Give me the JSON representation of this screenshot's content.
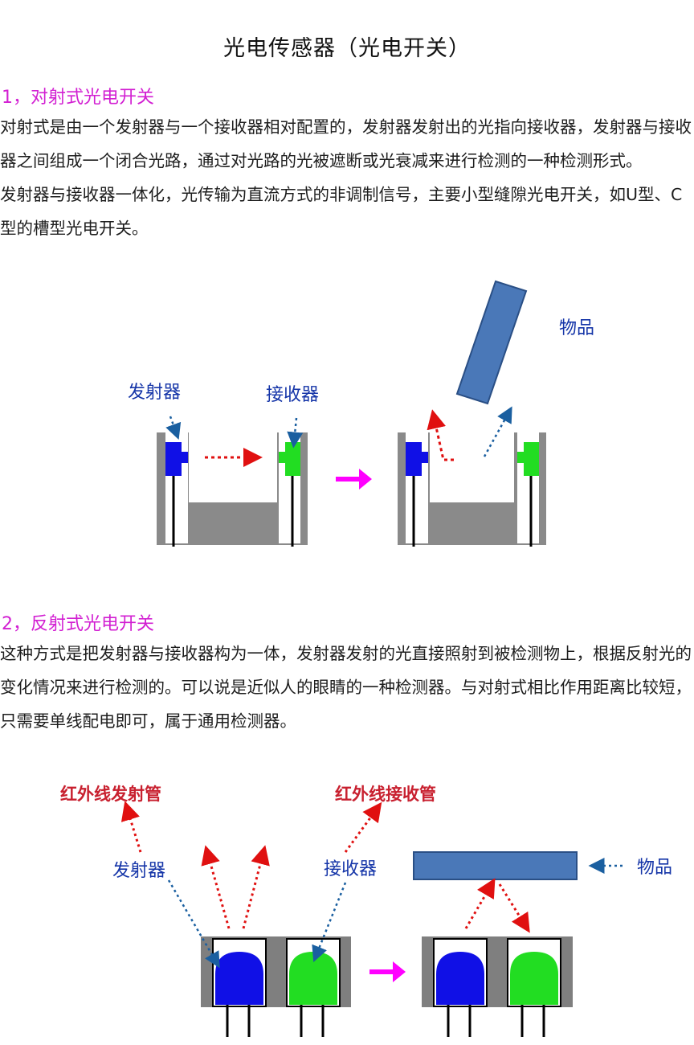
{
  "title": "光电传感器（光电开关）",
  "section1": {
    "heading": "1，对射式光电开关",
    "paragraphs": [
      "对射式是由一个发射器与一个接收器相对配置的，发射器发射出的光指向接收器，发射器与接收器之间组成一个闭合光路，通过对光路的光被遮断或光衰减来进行检测的一种检测形式。",
      "发射器与接收器一体化，光传输为直流方式的非调制信号，主要小型缝隙光电开关，如U型、C型的槽型光电开关。"
    ],
    "figure": {
      "emitter_label": "发射器",
      "receiver_label": "接收器",
      "object_label": "物品"
    }
  },
  "section2": {
    "heading": "2，反射式光电开关",
    "paragraphs": [
      "这种方式是把发射器与接收器构为一体，发射器发射的光直接照射到被检测物上，根据反射光的变化情况来进行检测的。可以说是近似人的眼睛的一种检测器。与对射式相比作用距离比较短，只需要单线配电即可，属于通用检测器。"
    ],
    "figure": {
      "ir_emitter_label": "红外线发射管",
      "ir_receiver_label": "红外线接收管",
      "emitter_label": "发射器",
      "receiver_label": "接收器",
      "object_label": "物品"
    }
  },
  "colors": {
    "heading": "#d21fd2",
    "emitter": "#1010e6",
    "receiver": "#22dd22",
    "object": "#4a78b8",
    "arrow_red": "#e01010",
    "arrow_blue": "#1a5fa0",
    "arrow_magenta": "#ff00ff",
    "label_blue": "#1535a8",
    "label_red": "#c8202f"
  }
}
